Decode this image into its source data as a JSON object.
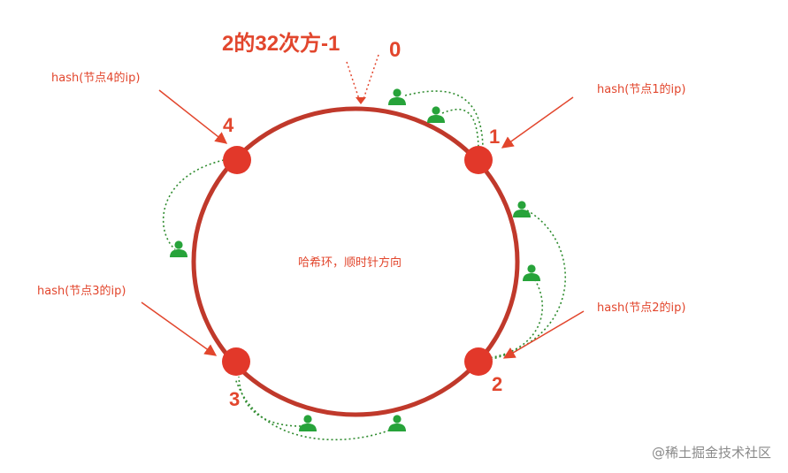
{
  "labels": {
    "top_max": "2的32次方-1",
    "top_zero": "0",
    "center": "哈希环，顺时针方向",
    "watermark": "@稀土掘金技术社区"
  },
  "nodes": [
    {
      "id": "1",
      "label": "1",
      "hash_label": "hash(节点1的ip)"
    },
    {
      "id": "2",
      "label": "2",
      "hash_label": "hash(节点2的ip)"
    },
    {
      "id": "3",
      "label": "3",
      "hash_label": "hash(节点3的ip)"
    },
    {
      "id": "4",
      "label": "4",
      "hash_label": "hash(节点4的ip)"
    }
  ],
  "colors": {
    "ring": "#c0392b",
    "node": "#e2382a",
    "text": "#e2462d",
    "user": "#27a33a",
    "mapping": "#2e8b2e"
  },
  "icons": {
    "user": "user-icon"
  }
}
